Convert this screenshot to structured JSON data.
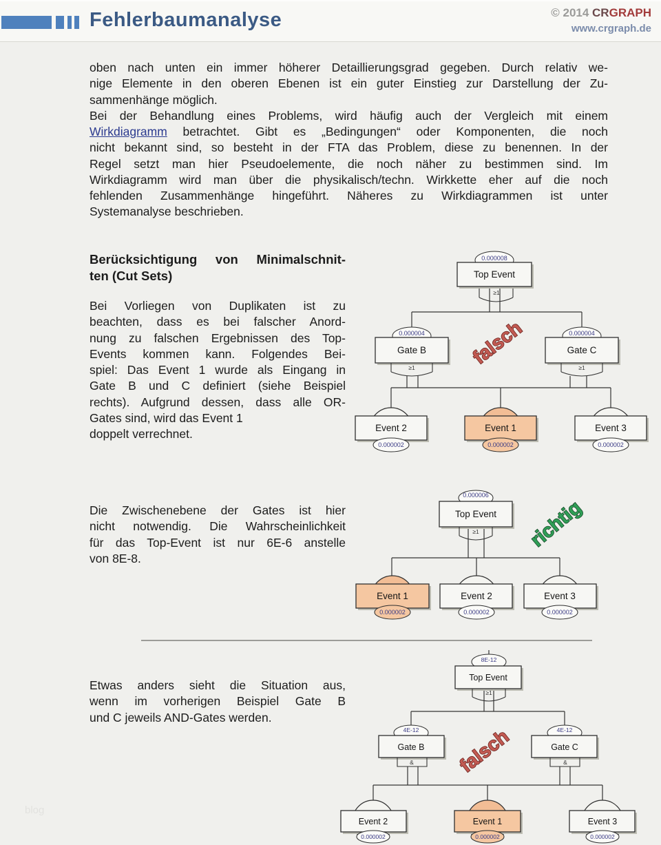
{
  "header": {
    "title": "Fehlerbaumanalyse",
    "copyright": "© 2014 ",
    "brand_cr": "CR",
    "brand_graph": "GRAPH",
    "website": "www.crgraph.de"
  },
  "intro": {
    "lines": [
      {
        "text": "oben nach unten ein immer höherer Detaillierungsgrad gegeben. Durch relativ we-",
        "j": true
      },
      {
        "text": "nige Elemente in den oberen Ebenen ist ein guter Einstieg zur Darstellung der Zu-",
        "j": true
      },
      {
        "text": "sammenhänge möglich.",
        "j": false
      },
      {
        "text": "Bei der Behandlung eines Problems, wird häufig auch der Vergleich mit einem",
        "j": true
      },
      {
        "text": "Wirkdiagramm betrachtet. Gibt es „Bedingungen“ oder Komponenten, die noch",
        "j": true,
        "link": "Wirkdiagramm"
      },
      {
        "text": "nicht bekannt sind, so besteht in der FTA das Problem, diese zu benennen. In der",
        "j": true
      },
      {
        "text": "Regel setzt man hier Pseudoelemente, die noch näher zu bestimmen sind. Im",
        "j": true
      },
      {
        "text": "Wirkdiagramm wird man über die physikalisch/techn. Wirkkette eher auf die noch",
        "j": true
      },
      {
        "text": "fehlenden Zusammenhänge hingeführt. Näheres zu Wirkdiagrammen ist unter",
        "j": true
      },
      {
        "text": "Systemanalyse beschrieben.",
        "j": false
      }
    ]
  },
  "section": {
    "heading_lines": [
      {
        "text": "Berücksichtigung von Minimalschnit-",
        "j": true
      },
      {
        "text": "ten (Cut Sets)",
        "j": false
      }
    ],
    "para_lines": [
      {
        "text": "Bei Vorliegen von Duplikaten ist zu",
        "j": true
      },
      {
        "text": "beachten, dass es bei falscher Anord-",
        "j": true
      },
      {
        "text": "nung zu falschen Ergebnissen des Top-",
        "j": true
      },
      {
        "text": "Events kommen kann. Folgendes Bei-",
        "j": true
      },
      {
        "text": "spiel: Das Event 1 wurde als Eingang in",
        "j": true
      },
      {
        "text": "Gate B und C definiert (siehe Beispiel",
        "j": true
      },
      {
        "text": "rechts). Aufgrund dessen, dass alle OR-",
        "j": true
      },
      {
        "text": "Gates sind, wird das Event 1",
        "j": false
      },
      {
        "text": "doppelt verrechnet.",
        "j": false
      }
    ]
  },
  "para3": {
    "lines": [
      {
        "text": "Die Zwischenebene der Gates ist hier",
        "j": true
      },
      {
        "text": "nicht notwendig. Die Wahrscheinlichkeit",
        "j": true
      },
      {
        "text": "für das Top-Event ist nur 6E-6 anstelle",
        "j": true
      },
      {
        "text": "von 8E-8.",
        "j": false
      }
    ]
  },
  "para4": {
    "lines": [
      {
        "text": "Etwas anders sieht die Situation aus,",
        "j": true
      },
      {
        "text": "wenn im vorherigen Beispiel Gate B",
        "j": true
      },
      {
        "text": "und C jeweils AND-Gates werden.",
        "j": false
      }
    ]
  },
  "diagram1": {
    "top": {
      "label": "Top Event",
      "value": "0.000008",
      "gate": "≥1"
    },
    "gateB": {
      "label": "Gate B",
      "value": "0.000004",
      "gate": "≥1"
    },
    "gateC": {
      "label": "Gate C",
      "value": "0.000004",
      "gate": "≥1"
    },
    "event2": {
      "label": "Event 2",
      "value": "0.000002"
    },
    "event1": {
      "label": "Event 1",
      "value": "0.000002"
    },
    "event3": {
      "label": "Event 3",
      "value": "0.000002"
    },
    "stamp": "falsch"
  },
  "diagram2": {
    "top": {
      "label": "Top Event",
      "value": "0.000006",
      "gate": "≥1"
    },
    "event1": {
      "label": "Event 1",
      "value": "0.000002"
    },
    "event2": {
      "label": "Event 2",
      "value": "0.000002"
    },
    "event3": {
      "label": "Event 3",
      "value": "0.000002"
    },
    "stamp": "richtig"
  },
  "diagram3": {
    "top": {
      "label": "Top Event",
      "value": "8E-12",
      "gate": "≥1"
    },
    "gateB": {
      "label": "Gate B",
      "value": "4E-12",
      "gate": "&"
    },
    "gateC": {
      "label": "Gate C",
      "value": "4E-12",
      "gate": "&"
    },
    "event2": {
      "label": "Event 2",
      "value": "0.000002"
    },
    "event1": {
      "label": "Event 1",
      "value": "0.000002"
    },
    "event3": {
      "label": "Event 3",
      "value": "0.000002"
    },
    "stamp": "falsch"
  },
  "watermark": "blog",
  "colors": {
    "accent_blue": "#4f81bd",
    "title_blue": "#3b5a84",
    "brand_red": "#a23b3b",
    "link_blue": "#2b3a8f",
    "stamp_red": "#c25a52",
    "stamp_green": "#2f9e56",
    "highlight_salmon": "#f5c7a1"
  }
}
